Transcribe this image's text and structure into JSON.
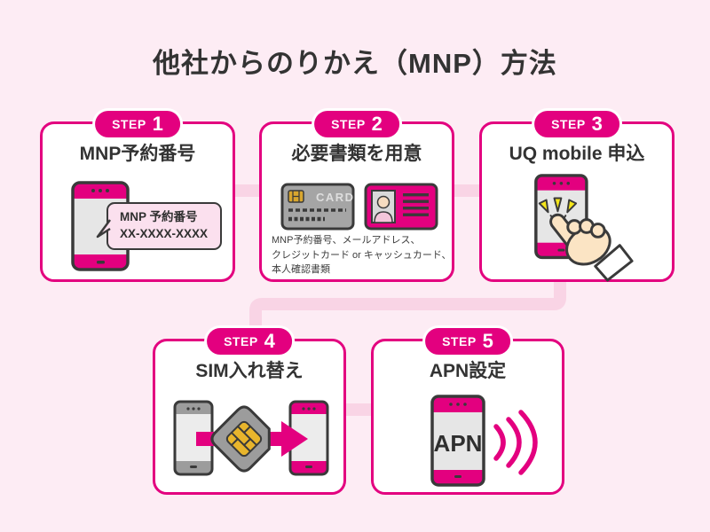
{
  "page": {
    "title": "他社からのりかえ（MNP）方法",
    "colors": {
      "background": "#fdecf4",
      "accent_magenta": "#e3007f",
      "connector_pink": "#f9d4e5",
      "card_background": "#ffffff",
      "dark_text": "#333333"
    }
  },
  "steps": [
    {
      "label": "STEP",
      "number": "1",
      "title": "MNP予約番号",
      "icon": "phone-reservation-number",
      "bubble": {
        "line1": "MNP 予約番号",
        "line2": "XX-XXXX-XXXX"
      }
    },
    {
      "label": "STEP",
      "number": "2",
      "title": "必要書類を用意",
      "icon": "credit-card-and-id-card",
      "credit_card_label": "CARD",
      "note_lines": [
        "MNP予約番号、メールアドレス、",
        "クレジットカード or キャッシュカード、",
        "本人確認書類"
      ]
    },
    {
      "label": "STEP",
      "number": "3",
      "title": "UQ mobile 申込",
      "icon": "hand-tapping-phone"
    },
    {
      "label": "STEP",
      "number": "4",
      "title": "SIM入れ替え",
      "icon": "sim-swap-between-phones"
    },
    {
      "label": "STEP",
      "number": "5",
      "title": "APN設定",
      "icon": "phone-apn-signal",
      "screen_label": "APN"
    }
  ]
}
